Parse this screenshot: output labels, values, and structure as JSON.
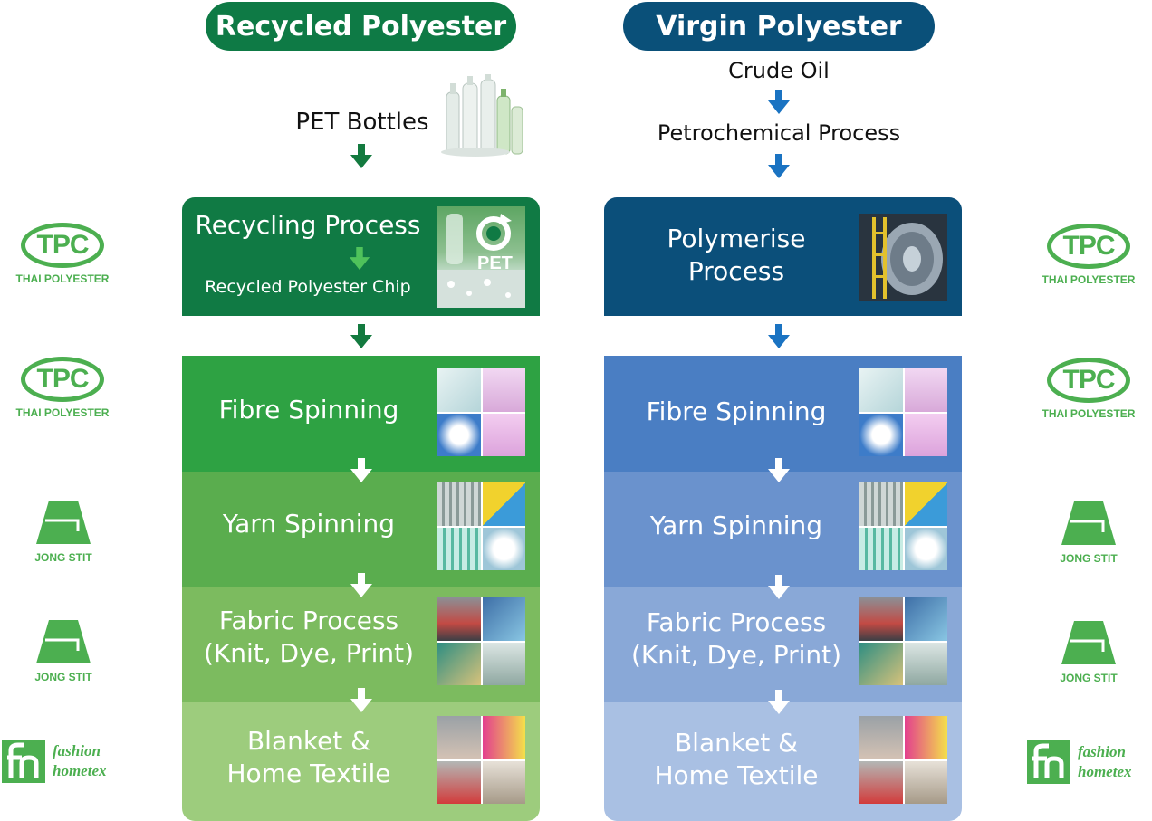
{
  "left": {
    "title": "Recycled Polyester",
    "source": "PET Bottles",
    "process_title": "Recycling Process",
    "process_sub": "Recycled Polyester Chip",
    "pet_badge": "PET",
    "steps": [
      {
        "label": "Fibre Spinning"
      },
      {
        "label": "Yarn Spinning"
      },
      {
        "label": "Fabric Process\n(Knit, Dye, Print)"
      },
      {
        "label": "Blanket &\nHome Textile"
      }
    ],
    "colors": {
      "title": "#0e7a45",
      "process": "#107a44",
      "steps": [
        "#2ea243",
        "#5aad4e",
        "#7cbb5f",
        "#9dcc7d"
      ]
    }
  },
  "right": {
    "title": "Virgin Polyester",
    "source_1": "Crude Oil",
    "source_2": "Petrochemical Process",
    "process_title": "Polymerise\nProcess",
    "steps": [
      {
        "label": "Fibre Spinning"
      },
      {
        "label": "Yarn Spinning"
      },
      {
        "label": "Fabric Process\n(Knit, Dye, Print)"
      },
      {
        "label": "Blanket &\nHome Textile"
      }
    ],
    "colors": {
      "title": "#0a5079",
      "process": "#0b4f7a",
      "steps": [
        "#4a7ec3",
        "#6a92cd",
        "#89a8d7",
        "#a9c0e3"
      ]
    }
  },
  "logos": {
    "tpc_mark": "TPC",
    "tpc_caption": "THAI POLYESTER",
    "jongstit_caption": "JONG STIT",
    "fashion_line1": "fashion",
    "fashion_line2": "hometex"
  },
  "arrow_colors": {
    "green": "#137a3f",
    "blue": "#1a73c2",
    "white": "#ffffff",
    "light_green": "#4fc25b"
  },
  "logo_color": "#4caf50"
}
